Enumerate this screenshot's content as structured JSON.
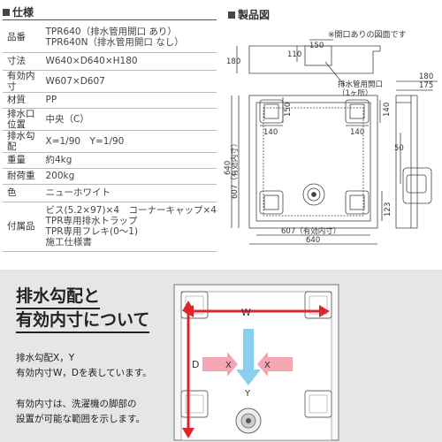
{
  "spec_section": {
    "title": "仕様"
  },
  "spec_rows": [
    {
      "label": "品番",
      "lines": [
        "TPR640（排水管用開口 あり）",
        "TPR640N（排水管用開口 なし）"
      ]
    },
    {
      "label": "寸法",
      "lines": [
        "W640×D640×H180"
      ]
    },
    {
      "label": "有効内寸",
      "lines": [
        "W607×D607"
      ]
    },
    {
      "label": "材質",
      "lines": [
        "PP"
      ]
    },
    {
      "label": "排水口位置",
      "lines": [
        "中央（C）"
      ]
    },
    {
      "label": "排水勾配",
      "lines": [
        "X=1/90　Y=1/90"
      ]
    },
    {
      "label": "重量",
      "lines": [
        "約4kg"
      ]
    },
    {
      "label": "耐荷重",
      "lines": [
        "200kg"
      ]
    },
    {
      "label": "色",
      "lines": [
        "ニューホワイト"
      ]
    },
    {
      "label": "付属品",
      "lines": [
        "ビス(5.2×97)×4　コーナーキャップ×4",
        "TPR専用排水トラップ",
        "TPR専用フレキ(0〜1)",
        "施工仕様書"
      ]
    }
  ],
  "drawing": {
    "title": "製品図",
    "note": "※開口ありの図面です",
    "opening_label_1": "排水管用開口",
    "opening_label_2": "（1ヶ所）",
    "dims": {
      "d180_top": "180",
      "d110": "110",
      "d150_top": "150",
      "d180_right": "180",
      "d175": "175",
      "d150_left": "150",
      "d140_left": "140",
      "d140_right": "140",
      "d640_left": "640",
      "d607_left": "607（有効内寸）",
      "d50": "50",
      "d123": "123",
      "d607_bottom": "607（有効内寸）",
      "d640_bottom": "640"
    }
  },
  "explain": {
    "title_1": "排水勾配と",
    "title_2": "有効内寸について",
    "text_1": "排水勾配X，Y",
    "text_2": "有効内寸W，Dを表しています。",
    "text_3": "有効内寸は、洗濯機の脚部の",
    "text_4": "設置が可能な範囲を示します。",
    "label_w": "W",
    "label_d": "D",
    "label_x_left": "X",
    "label_x_right": "X",
    "label_y": "Y"
  },
  "colors": {
    "red_arrow": "#e0242c",
    "pink_arrow": "#f4a7b3",
    "blue_arrow": "#8ad0ee"
  }
}
